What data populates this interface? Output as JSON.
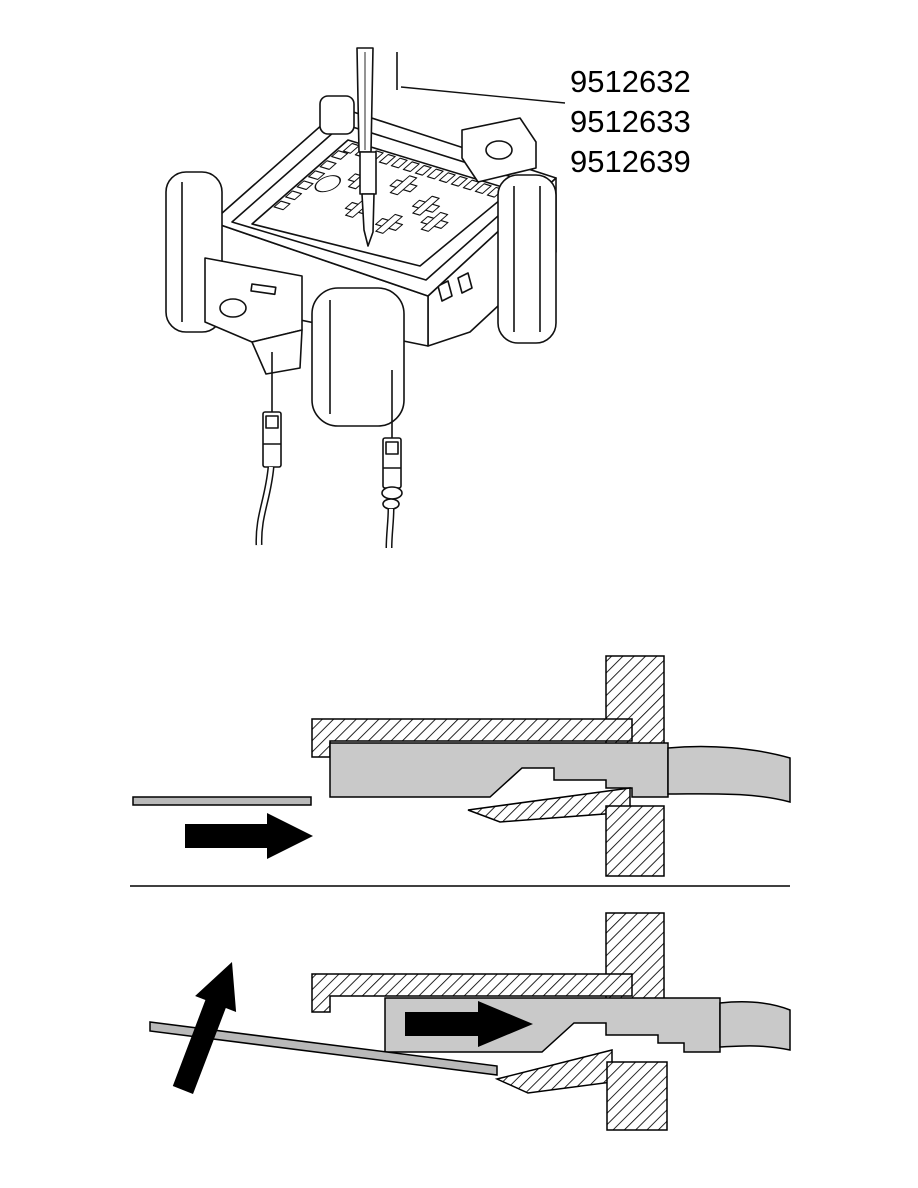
{
  "page": {
    "background": "#ffffff"
  },
  "figure": {
    "part_numbers": [
      "9512632",
      "9512633",
      "9512639"
    ]
  },
  "colors": {
    "line": "#000000",
    "terminal_fill": "#c9c9c9",
    "wire_fill": "#c9c9c9",
    "tool_fill": "#b9b9b9",
    "arrow_fill": "#000000",
    "hatch_line": "#000000"
  }
}
